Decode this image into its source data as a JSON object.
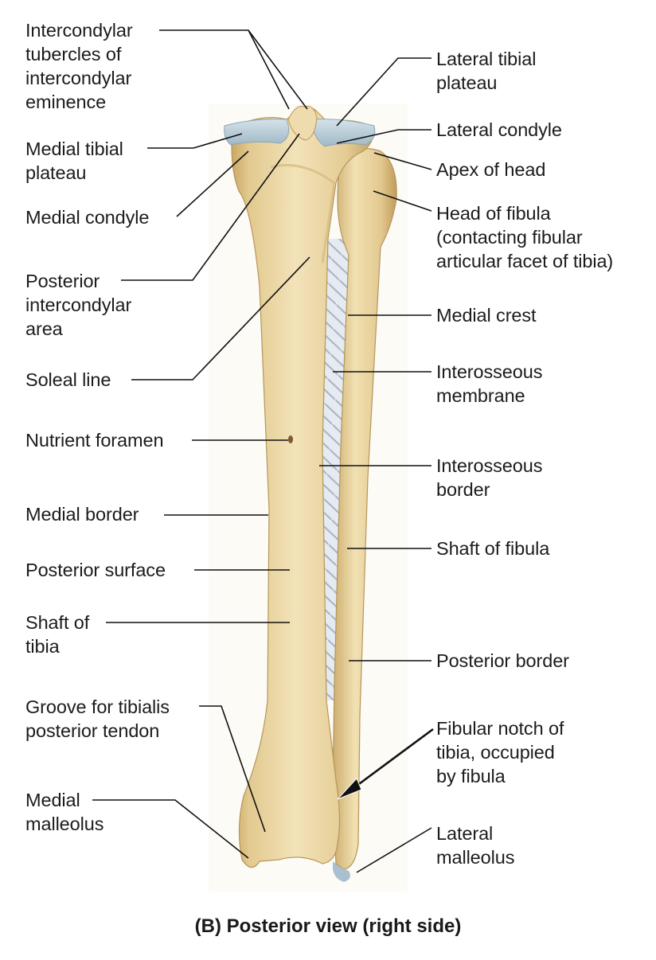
{
  "figure": {
    "caption": "(B) Posterior view (right side)",
    "colors": {
      "bone": "#e8d3a0",
      "bone_shadow": "#c9ab6a",
      "bone_highlight": "#f5e8c6",
      "cartilage": "#b7cdd8",
      "membrane": "#d8dde6",
      "leader_line": "#111111",
      "text": "#1c1c1c"
    }
  },
  "labels_left": [
    {
      "id": "intercondylar-tubercles",
      "text": "Intercondylar\ntubercles of\nintercondylar\neminence"
    },
    {
      "id": "medial-tibial-plateau",
      "text": "Medial tibial\nplateau"
    },
    {
      "id": "medial-condyle",
      "text": "Medial condyle"
    },
    {
      "id": "posterior-intercondylar-area",
      "text": "Posterior\nintercondylar\narea"
    },
    {
      "id": "soleal-line",
      "text": "Soleal line"
    },
    {
      "id": "nutrient-foramen",
      "text": "Nutrient foramen"
    },
    {
      "id": "medial-border",
      "text": "Medial border"
    },
    {
      "id": "posterior-surface",
      "text": "Posterior surface"
    },
    {
      "id": "shaft-of-tibia",
      "text": "Shaft of\ntibia"
    },
    {
      "id": "groove-tibialis-posterior",
      "text": "Groove for tibialis\nposterior tendon"
    },
    {
      "id": "medial-malleolus",
      "text": "Medial\nmalleolus"
    }
  ],
  "labels_right": [
    {
      "id": "lateral-tibial-plateau",
      "text": "Lateral tibial\nplateau"
    },
    {
      "id": "lateral-condyle",
      "text": "Lateral condyle"
    },
    {
      "id": "apex-of-head",
      "text": "Apex of head"
    },
    {
      "id": "head-of-fibula",
      "text": "Head of fibula\n(contacting fibular\narticular facet of tibia)"
    },
    {
      "id": "medial-crest",
      "text": "Medial crest"
    },
    {
      "id": "interosseous-membrane",
      "text": "Interosseous\nmembrane"
    },
    {
      "id": "interosseous-border",
      "text": "Interosseous\nborder"
    },
    {
      "id": "shaft-of-fibula",
      "text": "Shaft of fibula"
    },
    {
      "id": "posterior-border",
      "text": "Posterior border"
    },
    {
      "id": "fibular-notch",
      "text": "Fibular notch of\ntibia, occupied\nby fibula"
    },
    {
      "id": "lateral-malleolus",
      "text": "Lateral\nmalleolus"
    }
  ]
}
